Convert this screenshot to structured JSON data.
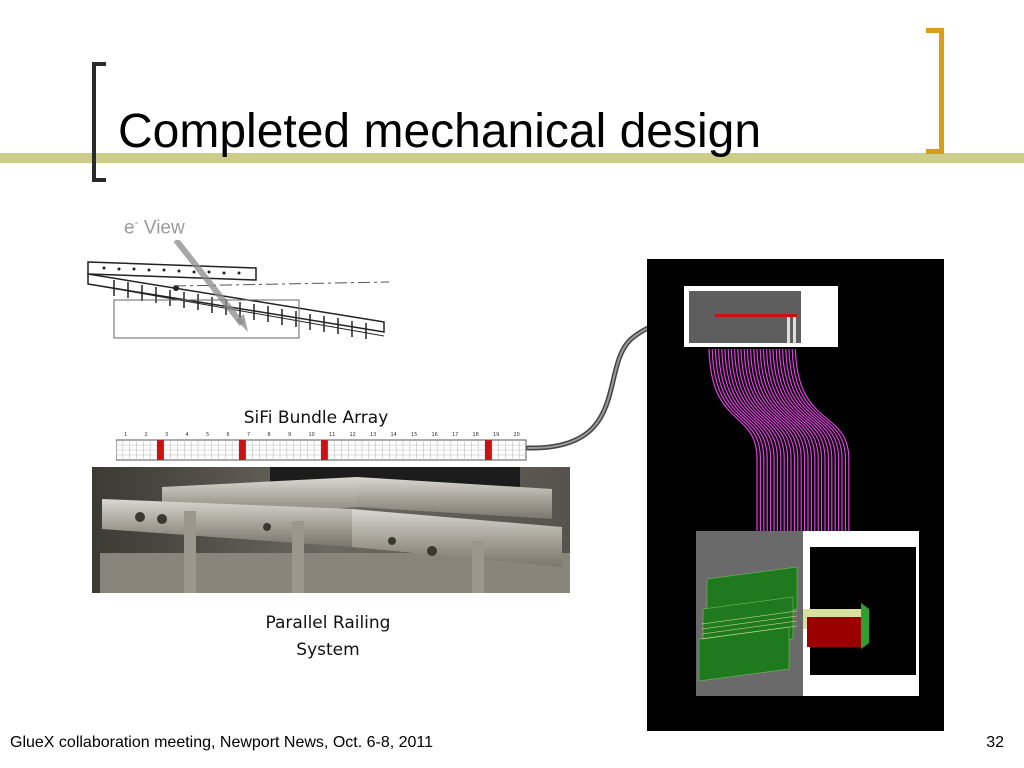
{
  "slide": {
    "title": "Completed mechanical design",
    "eview_base": "e",
    "eview_sup": "-",
    "eview_rest": "View",
    "sifi_caption": "SiFi Bundle Array",
    "rail_caption_line1": "Parallel Railing",
    "rail_caption_line2": "System",
    "footer": "GlueX collaboration meeting, Newport News, Oct. 6-8, 2011",
    "page_number": "32"
  },
  "bundle_array": {
    "numbers": [
      "1",
      "2",
      "3",
      "4",
      "5",
      "6",
      "7",
      "8",
      "9",
      "10",
      "11",
      "12",
      "13",
      "14",
      "15",
      "16",
      "17",
      "18",
      "19",
      "20"
    ]
  },
  "colors": {
    "accent": "#cdcd8a",
    "bracket_right": "#d4a017",
    "fiber": "#e040e0",
    "bundle_red": "#cc1111",
    "green_module": "#1f7a1f"
  }
}
